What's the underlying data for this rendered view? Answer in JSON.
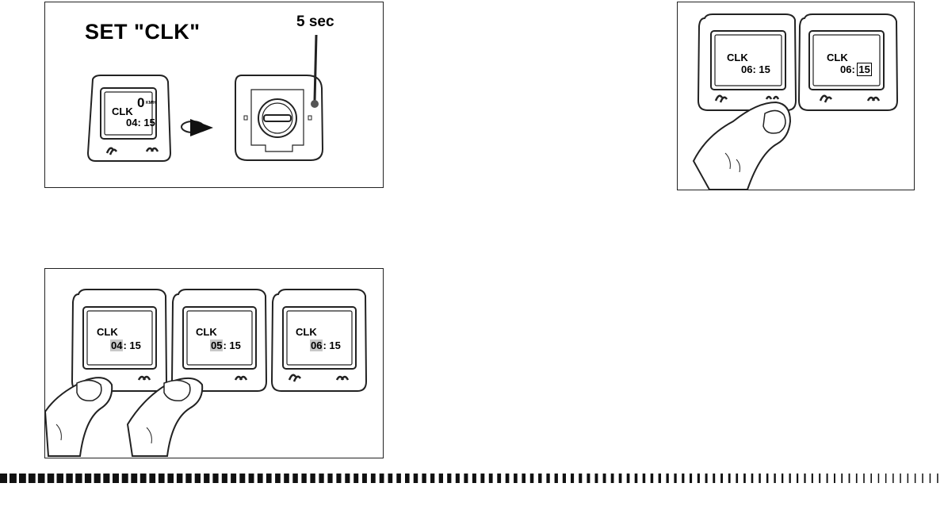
{
  "panel_top_left": {
    "title": "SET \"CLK\"",
    "timer_label": "5 sec",
    "display": {
      "mode": "CLK",
      "speed": "0",
      "unit": "KM/H",
      "hour": "04",
      "minute": "15"
    }
  },
  "panel_top_right": {
    "displays": [
      {
        "mode": "CLK",
        "hour": "06",
        "minute": "15",
        "minute_marked": false
      },
      {
        "mode": "CLK",
        "hour": "06",
        "minute": "15",
        "minute_marked": true
      }
    ]
  },
  "panel_bottom_left": {
    "displays": [
      {
        "mode": "CLK",
        "hour": "04",
        "minute": "15"
      },
      {
        "mode": "CLK",
        "hour": "05",
        "minute": "15"
      },
      {
        "mode": "CLK",
        "hour": "06",
        "minute": "15"
      }
    ]
  },
  "colors": {
    "line": "#222222",
    "highlight": "#c8c8c8",
    "background": "#ffffff"
  },
  "icons": [
    "bike-computer-icon",
    "finger-press-icon",
    "rotate-arrow-icon",
    "battery-cover-icon",
    "pin-tool-icon"
  ]
}
